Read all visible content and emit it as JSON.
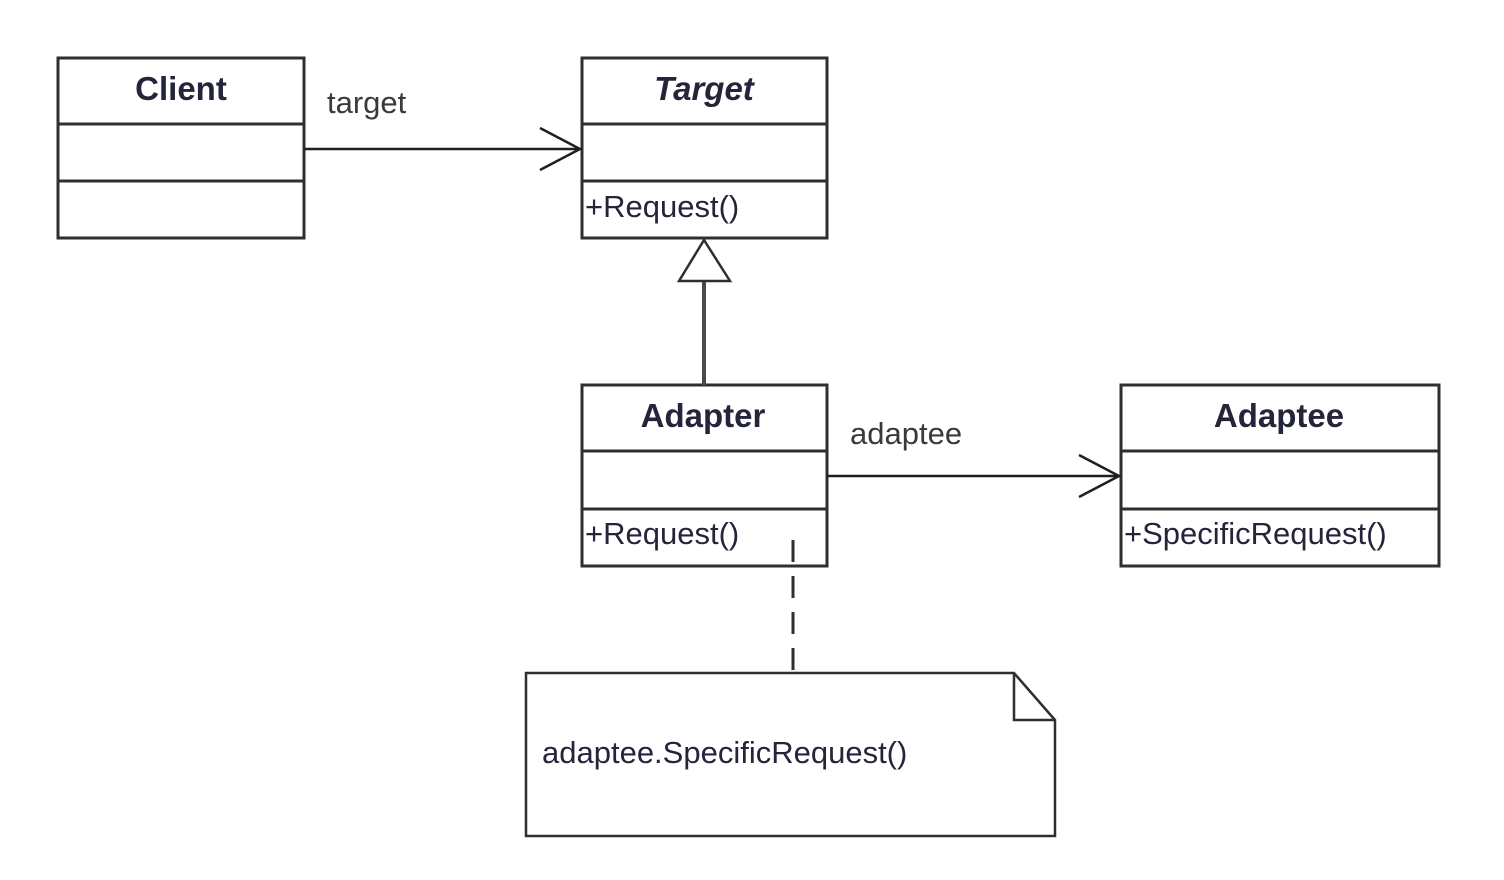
{
  "classes": {
    "client": {
      "name": "Client",
      "abstract": false,
      "operations": []
    },
    "target": {
      "name": "Target",
      "abstract": true,
      "operations": [
        "+Request()"
      ]
    },
    "adapter": {
      "name": "Adapter",
      "abstract": false,
      "operations": [
        "+Request()"
      ]
    },
    "adaptee": {
      "name": "Adaptee",
      "abstract": false,
      "operations": [
        "+SpecificRequest()"
      ]
    }
  },
  "associations": [
    {
      "from": "Client",
      "to": "Target",
      "role": "target",
      "arrow": "open"
    },
    {
      "from": "Adapter",
      "to": "Adaptee",
      "role": "adaptee",
      "arrow": "open"
    }
  ],
  "generalizations": [
    {
      "child": "Adapter",
      "parent": "Target"
    }
  ],
  "note": {
    "attached_to": "Adapter.Request",
    "text": "adaptee.SpecificRequest()"
  }
}
